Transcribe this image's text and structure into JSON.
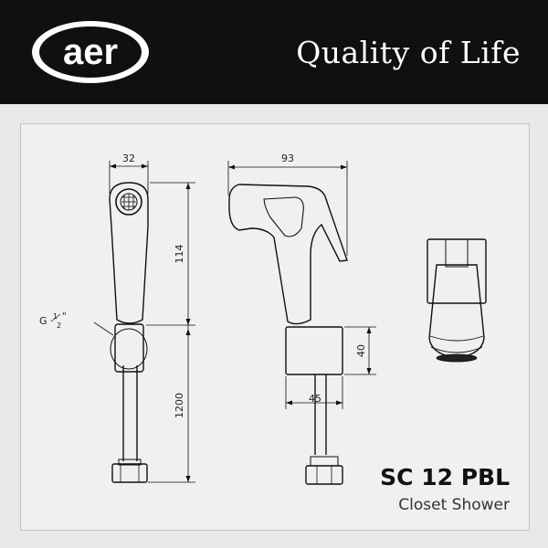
{
  "brand": {
    "logo_text": "aer",
    "tagline": "Quality of Life"
  },
  "product": {
    "model": "SC 12 PBL",
    "name": "Closet Shower"
  },
  "dimensions": {
    "head_width": "32",
    "head_length": "114",
    "hose_length": "1200",
    "thread": "G",
    "side_length": "93",
    "holder_height": "40",
    "holder_width": "45"
  },
  "colors": {
    "header_bg": "#101010",
    "background": "#e8e9e9",
    "line": "#111111"
  }
}
